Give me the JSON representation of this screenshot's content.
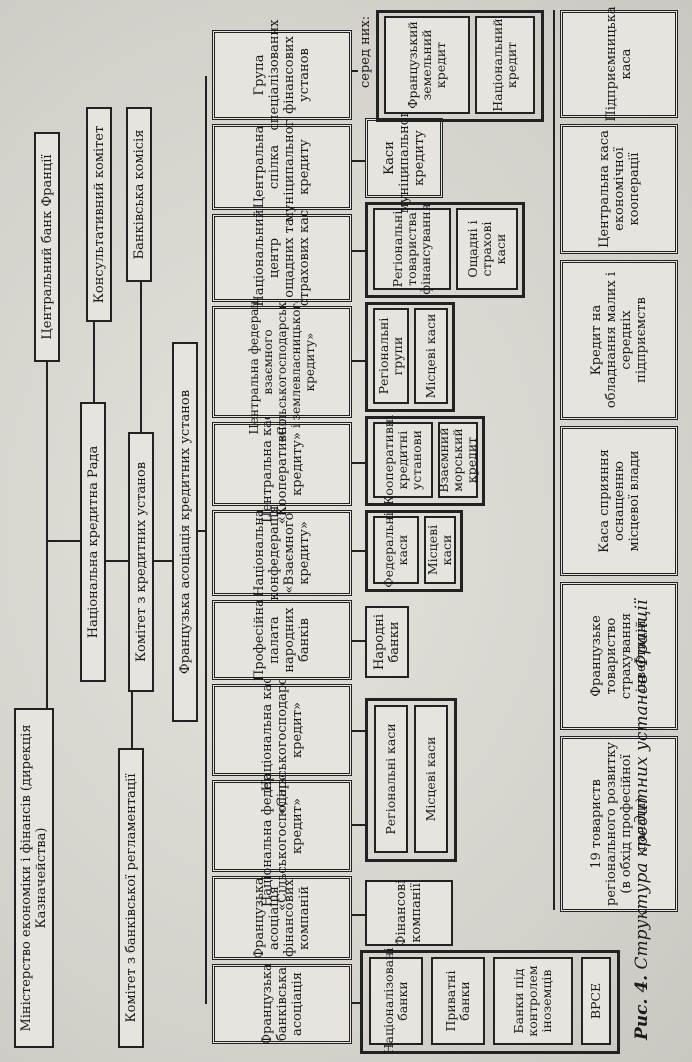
{
  "top": {
    "ministry": "Міністерство економіки і фінансів (дирекція Казначейства)",
    "central_bank": "Центральний банк Франції",
    "national_credit_council": "Національна кредитна Рада",
    "consultative_committee": "Консультативний комітет",
    "banking_regulation_committee": "Комітет з банківської регламентації",
    "credit_institutions_committee": "Комітет з кредитних установ",
    "banking_commission": "Банківська комісія",
    "french_association": "Французька асоціація кредитних установ"
  },
  "members": [
    "Французька банківська асоціація",
    "Французька асоціація фінансових компаній",
    "Національна федерація «Сільськогосподарський кредит»",
    "Національна каса «Сільськогосподарський кредит»",
    "Професійна палата народних банків",
    "Національна конфедерація «Взаємного кредиту»",
    "Центральна каса «Кооперативного кредиту»",
    "Центральна федерація взаємного «Сільськогосподарського і землевласницького кредиту»",
    "Національний центр ощадних та страхових кас",
    "Центральна спілка муніципального кредиту",
    "Група спеціалізованих фінансових установ"
  ],
  "sub": {
    "banks": [
      "Націоналізовані банки",
      "Приватні банки",
      "Банки під контролем іноземців",
      "BPCE"
    ],
    "finance_companies": "Фінансові компанії",
    "agri_federation": [
      "Регіональні каси",
      "Місцеві каси"
    ],
    "people_banks": "Народні банки",
    "mutual": [
      "Федеральні каси",
      "Місцеві каси"
    ],
    "coop": [
      "Кооперативні кредитні установи",
      "Взаємний морський кредит"
    ],
    "agri_mutual": [
      "Регіональні групи",
      "Місцеві каси"
    ],
    "savings": [
      "Регіональні товариства фінансування",
      "Ощадні і страхові каси"
    ],
    "municipal": "Каси муніципального кредиту",
    "among_them_label": "серед них:",
    "specialized": [
      "Французький земельний кредит",
      "Національний кредит"
    ]
  },
  "bottom": [
    "19 товариств регіонального розвитку (в обхід професійної палати)",
    "Французьке товариство страхування інвестицій",
    "Каса сприяння оснащенню місцевої влади",
    "Кредит на обладнання малих і середніх підприємств",
    "Центральна каса економічної кооперації",
    "Підприємницька каса"
  ],
  "caption": {
    "label": "Рис. 4.",
    "text": "Структура кредитних установ Франції"
  }
}
